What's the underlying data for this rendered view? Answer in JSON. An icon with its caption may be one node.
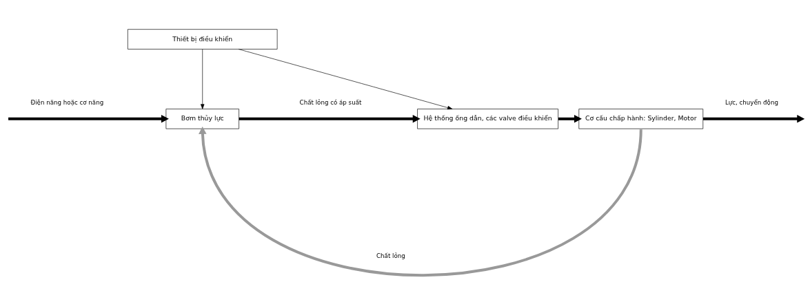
{
  "diagram": {
    "nodes": [
      {
        "text": [
          "Thiết bị điều khiển"
        ]
      },
      {
        "text": [
          "Bơm thủy lực"
        ]
      },
      {
        "text": [
          "Hệ thống ống dẫn, các valve điều khiển"
        ]
      },
      {
        "text": [
          "Cơ cấu chấp hành: Sylinder, Motor"
        ]
      }
    ],
    "edges": [
      {
        "from": null,
        "to": 1,
        "arrow": "to",
        "label": "Điện năng hoặc cơ năng"
      },
      {
        "from": 1,
        "to": 2,
        "arrow": "to",
        "label": "Chất lỏng có áp suất"
      },
      {
        "from": 2,
        "to": 3,
        "arrow": "to"
      },
      {
        "from": 3,
        "to": null,
        "arrow": "to",
        "label": "Lực, chuyển động"
      },
      {
        "from": 0,
        "to": 1,
        "arrow": "to"
      },
      {
        "from": 0,
        "to": 2,
        "arrow": "to"
      },
      {
        "from": 3,
        "to": 1,
        "arrow": "to",
        "label": "Chất lỏng",
        "color": "#999999"
      }
    ]
  }
}
